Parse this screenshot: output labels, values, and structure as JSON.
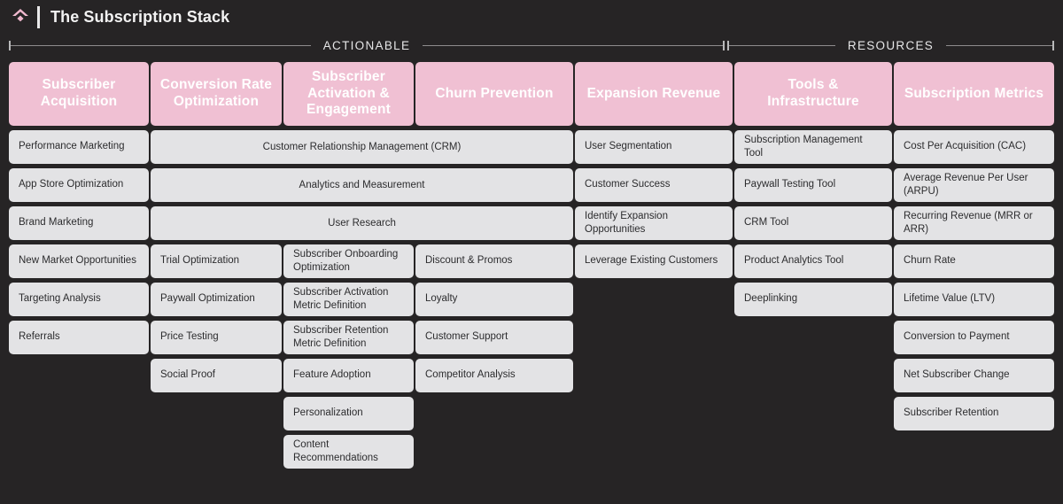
{
  "header": {
    "logo_icon": "diamond-chevron-logo-icon",
    "title": "The Subscription Stack"
  },
  "sections": [
    {
      "id": "actionable",
      "label": "ACTIONABLE"
    },
    {
      "id": "resources",
      "label": "RESOURCES"
    }
  ],
  "colors": {
    "background": "#262425",
    "header_pink": "#f0c0d3",
    "cell_gray": "#e3e3e5",
    "header_text": "#ffffff",
    "cell_text": "#2c2c2e",
    "rail_line": "#8d8c8d",
    "title_text": "#f2f2f2"
  },
  "columns": [
    {
      "id": "subscriber-acquisition",
      "header": "Subscriber Acquisition",
      "section": "actionable",
      "items": [
        "Performance Marketing",
        "App Store Optimization",
        "Brand Marketing",
        "New Market Opportunities",
        "Targeting Analysis",
        "Referrals"
      ]
    },
    {
      "id": "conversion-rate-optimization",
      "header": "Conversion Rate Optimization",
      "section": "actionable",
      "items": [
        "Trial Optimization",
        "Paywall Optimization",
        "Price Testing",
        "Social Proof"
      ]
    },
    {
      "id": "subscriber-activation-engagement",
      "header": "Subscriber Activation & Engagement",
      "section": "actionable",
      "items": [
        "Subscriber Onboarding Optimization",
        "Subscriber Activation Metric Definition",
        "Subscriber Retention Metric Definition",
        "Feature Adoption",
        "Personalization",
        "Content Recommendations"
      ]
    },
    {
      "id": "churn-prevention",
      "header": "Churn Prevention",
      "section": "actionable",
      "items": [
        "Discount & Promos",
        "Loyalty",
        "Customer Support",
        "Competitor Analysis"
      ]
    },
    {
      "id": "expansion-revenue",
      "header": "Expansion Revenue",
      "section": "actionable",
      "items": [
        "User Segmentation",
        "Customer Success",
        "Identify Expansion Opportunities",
        "Leverage Existing Customers"
      ]
    },
    {
      "id": "tools-infrastructure",
      "header": "Tools & Infrastructure",
      "section": "resources",
      "items": [
        "Subscription Management Tool",
        "Paywall Testing Tool",
        "CRM Tool",
        "Product Analytics Tool",
        "Deeplinking"
      ]
    },
    {
      "id": "subscription-metrics",
      "header": "Subscription Metrics",
      "section": "resources",
      "items": [
        "Cost Per Acquisition (CAC)",
        "Average Revenue Per User (ARPU)",
        "Recurring Revenue (MRR or ARR)",
        "Churn Rate",
        "Lifetime Value (LTV)",
        "Conversion to Payment",
        "Net Subscriber Change",
        "Subscriber Retention"
      ]
    }
  ],
  "merged_rows": [
    "Customer Relationship Management (CRM)",
    "Analytics and Measurement",
    "User Research"
  ]
}
